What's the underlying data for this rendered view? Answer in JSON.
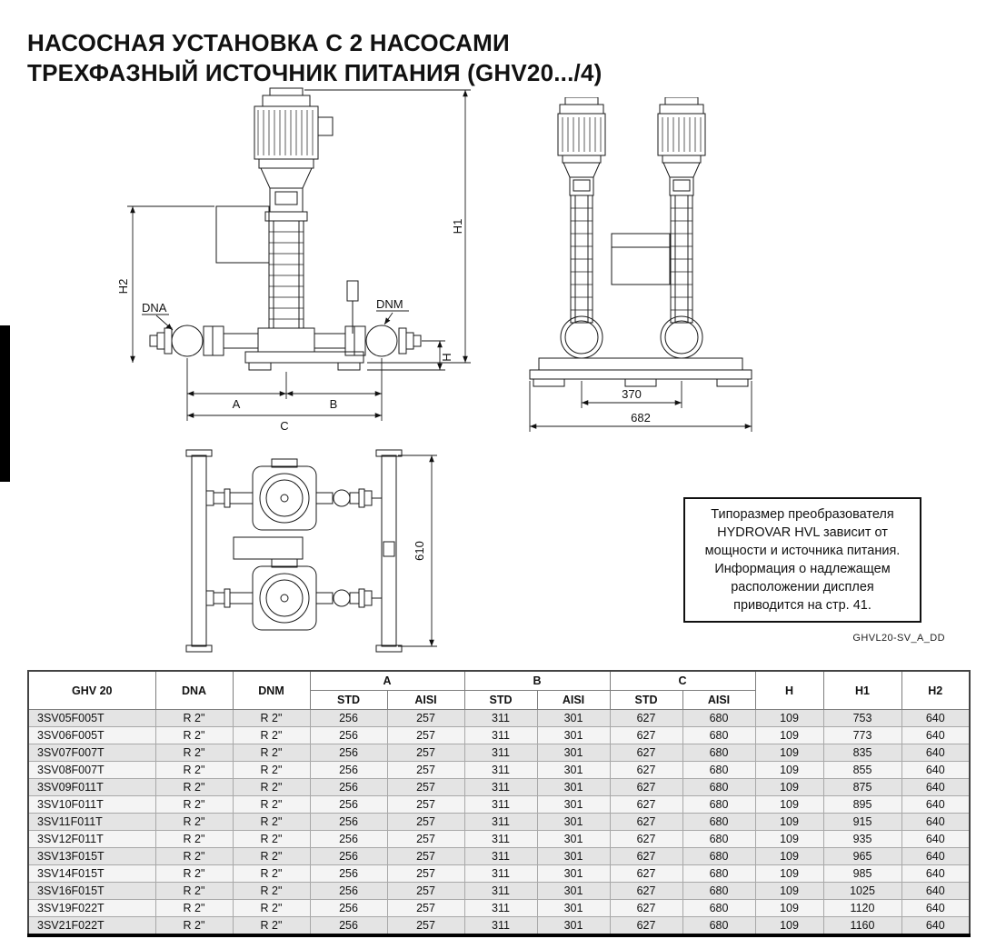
{
  "page": {
    "title_line1": "НАСОСНАЯ УСТАНОВКА С 2 НАСОСАМИ",
    "title_line2": "ТРЕХФАЗНЫЙ ИСТОЧНИК ПИТАНИЯ (GHV20.../4)"
  },
  "drawing": {
    "labels": {
      "h1": "H1",
      "h2": "H2",
      "h": "H",
      "dna": "DNA",
      "dnm": "DNM",
      "a": "A",
      "b": "B",
      "c": "C",
      "dim370": "370",
      "dim682": "682",
      "dim610": "610"
    },
    "note": "Типоразмер преобразователя\nHYDROVAR HVL зависит от\nмощности и источника питания.\nИнформация о надлежащем\nрасположении дисплея\nприводится на стр. 41.",
    "caption": "GHVL20-SV_A_DD"
  },
  "table": {
    "header": {
      "model": "GHV 20",
      "dna": "DNA",
      "dnm": "DNM",
      "a": "A",
      "b": "B",
      "c": "C",
      "h": "H",
      "h1": "H1",
      "h2": "H2",
      "std": "STD",
      "aisi": "AISI"
    },
    "rows": [
      [
        "3SV05F005T",
        "R 2\"",
        "R 2\"",
        "256",
        "257",
        "311",
        "301",
        "627",
        "680",
        "109",
        "753",
        "640"
      ],
      [
        "3SV06F005T",
        "R 2\"",
        "R 2\"",
        "256",
        "257",
        "311",
        "301",
        "627",
        "680",
        "109",
        "773",
        "640"
      ],
      [
        "3SV07F007T",
        "R 2\"",
        "R 2\"",
        "256",
        "257",
        "311",
        "301",
        "627",
        "680",
        "109",
        "835",
        "640"
      ],
      [
        "3SV08F007T",
        "R 2\"",
        "R 2\"",
        "256",
        "257",
        "311",
        "301",
        "627",
        "680",
        "109",
        "855",
        "640"
      ],
      [
        "3SV09F011T",
        "R 2\"",
        "R 2\"",
        "256",
        "257",
        "311",
        "301",
        "627",
        "680",
        "109",
        "875",
        "640"
      ],
      [
        "3SV10F011T",
        "R 2\"",
        "R 2\"",
        "256",
        "257",
        "311",
        "301",
        "627",
        "680",
        "109",
        "895",
        "640"
      ],
      [
        "3SV11F011T",
        "R 2\"",
        "R 2\"",
        "256",
        "257",
        "311",
        "301",
        "627",
        "680",
        "109",
        "915",
        "640"
      ],
      [
        "3SV12F011T",
        "R 2\"",
        "R 2\"",
        "256",
        "257",
        "311",
        "301",
        "627",
        "680",
        "109",
        "935",
        "640"
      ],
      [
        "3SV13F015T",
        "R 2\"",
        "R 2\"",
        "256",
        "257",
        "311",
        "301",
        "627",
        "680",
        "109",
        "965",
        "640"
      ],
      [
        "3SV14F015T",
        "R 2\"",
        "R 2\"",
        "256",
        "257",
        "311",
        "301",
        "627",
        "680",
        "109",
        "985",
        "640"
      ],
      [
        "3SV16F015T",
        "R 2\"",
        "R 2\"",
        "256",
        "257",
        "311",
        "301",
        "627",
        "680",
        "109",
        "1025",
        "640"
      ],
      [
        "3SV19F022T",
        "R 2\"",
        "R 2\"",
        "256",
        "257",
        "311",
        "301",
        "627",
        "680",
        "109",
        "1120",
        "640"
      ],
      [
        "3SV21F022T",
        "R 2\"",
        "R 2\"",
        "256",
        "257",
        "311",
        "301",
        "627",
        "680",
        "109",
        "1160",
        "640"
      ]
    ]
  }
}
